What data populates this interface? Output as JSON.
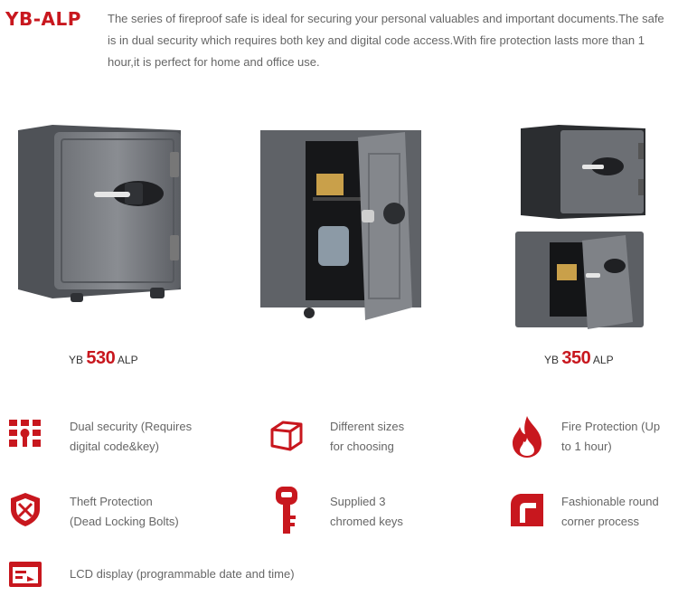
{
  "header": {
    "model": "YB-ALP",
    "intro": "The series of fireproof safe is ideal for securing your personal valuables and important documents.The safe is in dual security which requires both key and digital code access.With fire protection lasts more than 1 hour,it is perfect for home and office use."
  },
  "products": [
    {
      "prefix": "YB",
      "number": "530",
      "suffix": "ALP"
    },
    {
      "prefix": "YB",
      "number": "350",
      "suffix": "ALP"
    }
  ],
  "features": [
    {
      "icon": "dual-security-icon",
      "line1": "Dual security (Requires",
      "line2": "digital code&key)"
    },
    {
      "icon": "box-sizes-icon",
      "line1": "Different sizes",
      "line2": "for choosing"
    },
    {
      "icon": "flame-icon",
      "line1": "Fire Protection (Up",
      "line2": "to 1 hour)"
    },
    {
      "icon": "shield-icon",
      "line1": "Theft Protection",
      "line2": "(Dead Locking Bolts)"
    },
    {
      "icon": "key-icon",
      "line1": "Supplied 3",
      "line2": "chromed keys"
    },
    {
      "icon": "round-corner-icon",
      "line1": "Fashionable round",
      "line2": "corner process"
    },
    {
      "icon": "lcd-display-icon",
      "line1": "LCD display (programmable date and time)",
      "line2": ""
    }
  ],
  "colors": {
    "accent": "#c8171e",
    "text": "#666666",
    "safe_body": "#5f6368"
  }
}
